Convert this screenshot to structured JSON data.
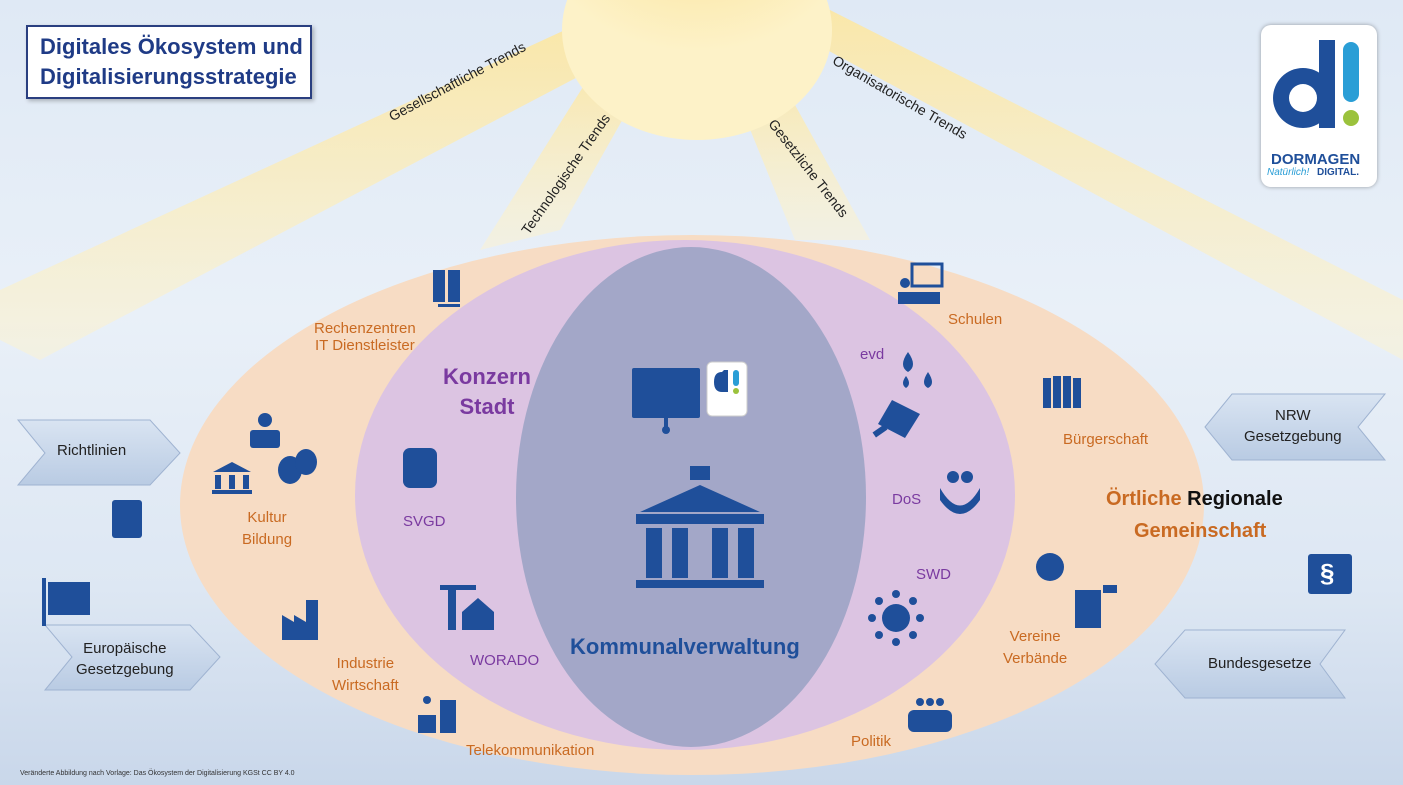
{
  "title_lines": [
    "Digitales Ökosystem und",
    "Digitalisierungsstrategie"
  ],
  "trends": [
    "Gesellschaftliche Trends",
    "Technologische Trends",
    "Gesetzliche Trends",
    "Organisatorische Trends"
  ],
  "outer": {
    "rechenzentren": [
      "Rechenzentren",
      "IT Dienstleister"
    ],
    "kultur": [
      "Kultur",
      "Bildung"
    ],
    "industrie": [
      "Industrie",
      "Wirtschaft"
    ],
    "telekom": "Telekommunikation",
    "schulen": "Schulen",
    "buergerschaft": "Bürgerschaft",
    "vereine": [
      "Vereine",
      "Verbände"
    ],
    "politik": "Politik",
    "region_line1": [
      "Örtliche",
      "Regionale"
    ],
    "region_line2": "Gemeinschaft"
  },
  "middle": {
    "konzern": [
      "Konzern",
      "Stadt"
    ],
    "svgd": "SVGD",
    "worado": "WORADO",
    "evd": "evd",
    "dos": "DoS",
    "swd": "SWD"
  },
  "inner": {
    "label": "Kommunalverwaltung"
  },
  "arrows": {
    "richtlinien": "Richtlinien",
    "europa": [
      "Europäische",
      "Gesetzgebung"
    ],
    "nrw": [
      "NRW",
      "Gesetzgebung"
    ],
    "bund": "Bundesgesetze"
  },
  "logo": {
    "name": "DORMAGEN",
    "tag1": "Natürlich!",
    "tag2": "DIGITAL."
  },
  "paragraph_symbol": "§",
  "footnote": "Veränderte Abbildung nach Vorlage: Das Ökosystem der Digitalisierung KGSt CC BY 4.0",
  "colors": {
    "outer": "#f7dcc4",
    "middle": "#dcc4e2",
    "inner": "#a3a7c8",
    "icon": "#1f4f9a",
    "accent_green": "#9bc23c",
    "sun": "#fbe9a6"
  }
}
